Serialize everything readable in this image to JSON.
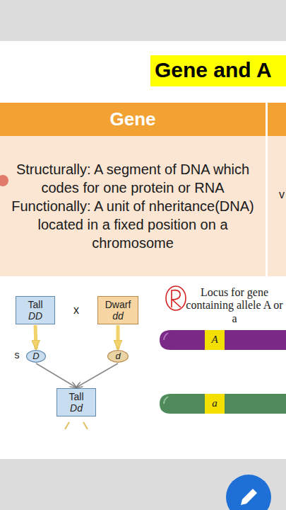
{
  "diagram": {
    "title": "Gene and A",
    "nodes": [
      {
        "text": [
          "Gene"
        ]
      },
      {
        "text": [
          "Structurally: A segment of DNA which codes for one protein or RNA",
          "Functionally: A unit of nheritance(DNA) located in a fixed position on a chromosome"
        ]
      },
      {
        "text": [
          "Tall",
          "DD"
        ]
      },
      {
        "text": [
          "Dwarf",
          "dd"
        ]
      },
      {
        "text": [
          "D"
        ]
      },
      {
        "text": [
          "d"
        ]
      },
      {
        "text": [
          "Tall",
          "Dd"
        ]
      },
      {
        "text": [
          "A"
        ]
      },
      {
        "text": [
          "a"
        ]
      }
    ],
    "edges": [
      {
        "from": 2,
        "to": 4,
        "arrow": "to"
      },
      {
        "from": 3,
        "to": 5,
        "arrow": "to"
      },
      {
        "from": 4,
        "to": 6,
        "arrow": "to"
      },
      {
        "from": 5,
        "to": 6,
        "arrow": "to"
      }
    ],
    "labels": [
      "x",
      "s",
      "Locus for gene containing allele A or a",
      "v"
    ]
  }
}
